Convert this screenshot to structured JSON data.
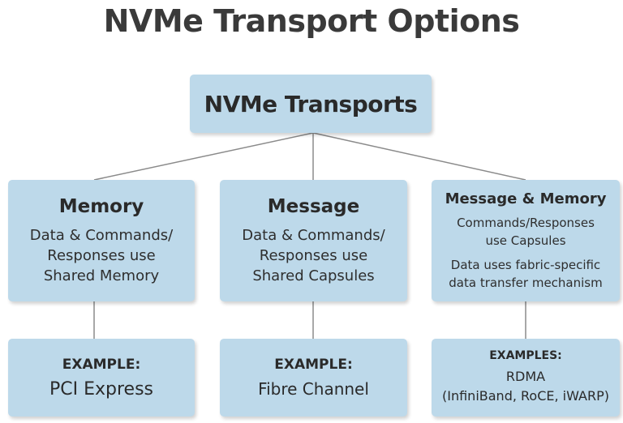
{
  "title": "NVMe Transport Options",
  "root": {
    "label": "NVMe Transports"
  },
  "categories": [
    {
      "name": "Memory",
      "description_lines": [
        "Data & Commands/",
        "Responses use",
        "Shared Memory"
      ]
    },
    {
      "name": "Message",
      "description_lines": [
        "Data & Commands/",
        "Responses use",
        "Shared Capsules"
      ]
    },
    {
      "name": "Message & Memory",
      "description_lines": [
        "Commands/Responses",
        "use Capsules"
      ],
      "description2_lines": [
        "Data uses fabric-specific",
        "data transfer mechanism"
      ]
    }
  ],
  "examples": [
    {
      "heading": "EXAMPLE:",
      "value_lines": [
        "PCI Express"
      ]
    },
    {
      "heading": "EXAMPLE:",
      "value_lines": [
        "Fibre Channel"
      ]
    },
    {
      "heading": "EXAMPLES:",
      "value_lines": [
        "RDMA",
        "(InfiniBand, RoCE, iWARP)"
      ]
    }
  ],
  "colors": {
    "box_fill": "#bdd9ea",
    "connector": "#8a8a8a",
    "title_text": "#3a3a3a"
  }
}
